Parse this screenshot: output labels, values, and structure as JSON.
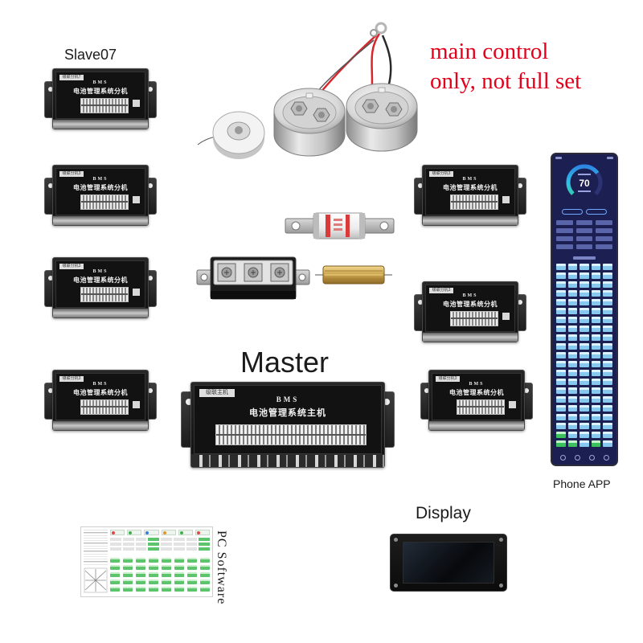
{
  "labels": {
    "slave07": "Slave07",
    "red_note_line1": "main control",
    "red_note_line2": "only, not full set",
    "master": "Master",
    "phone_app": "Phone APP",
    "display": "Display",
    "pc_software": "PC Software"
  },
  "slave_module": {
    "brand": "BMS",
    "name": "电池管理系统分机",
    "stickers": [
      "级联分机7",
      "级联分机3",
      "级联分机3",
      "级联分机3",
      "级联分机3",
      "级联分机3",
      "级联分机3"
    ]
  },
  "master_module": {
    "brand": "BMS",
    "name": "电池管理系统主机",
    "sticker": "级联主机"
  },
  "phone_screen": {
    "gauge_value": "70"
  },
  "colors": {
    "note_red": "#e3001b",
    "phone_bg": "#1c1f52",
    "cell_blue": "#86c8ee",
    "cell_green": "#3cc25c",
    "pc_green": "#5cc46a"
  }
}
